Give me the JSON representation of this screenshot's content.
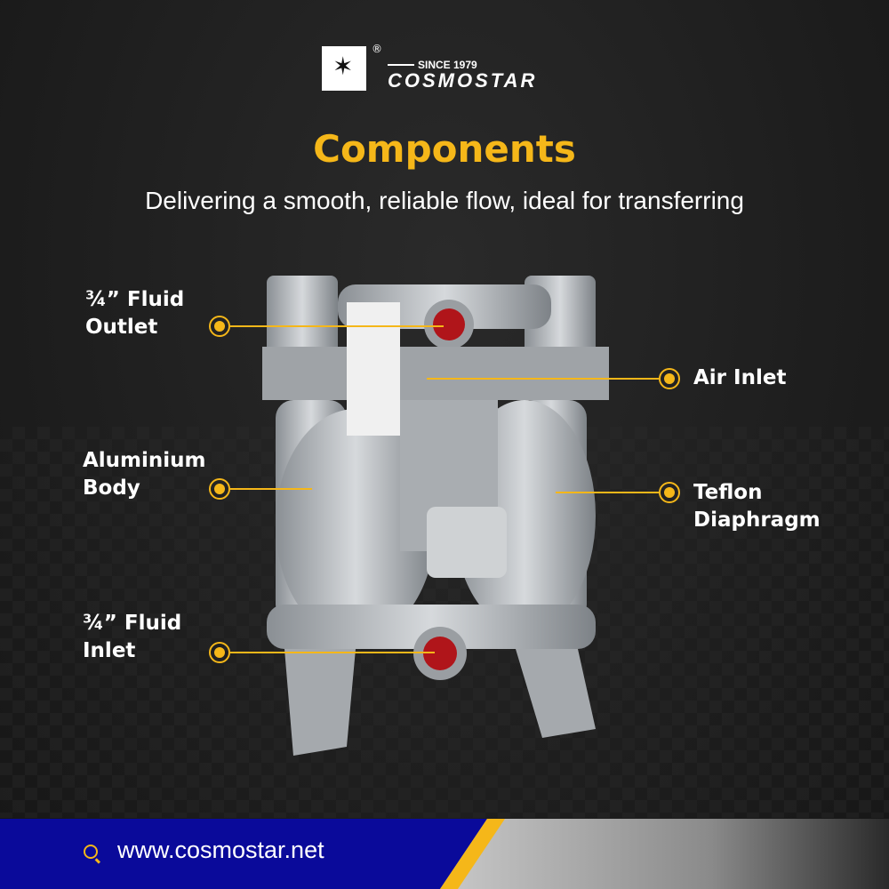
{
  "brand": {
    "name": "COSMOSTAR",
    "since": "SINCE 1979",
    "registered": "®"
  },
  "heading": "Components",
  "subheading": "Delivering a smooth, reliable flow, ideal for transferring",
  "callouts": [
    {
      "label_line1": "¾” Fluid",
      "label_line2": "Outlet"
    },
    {
      "label_line1": "Air Inlet",
      "label_line2": ""
    },
    {
      "label_line1": "Aluminium",
      "label_line2": "Body"
    },
    {
      "label_line1": "Teflon",
      "label_line2": "Diaphragm"
    },
    {
      "label_line1": "¾” Fluid",
      "label_line2": "Inlet"
    }
  ],
  "footer": {
    "url": "www.cosmostar.net",
    "icon": "search-icon"
  },
  "colors": {
    "accent": "#f5b719",
    "footer_blue": "#0a0a9a",
    "background": "#1c1c1c"
  }
}
